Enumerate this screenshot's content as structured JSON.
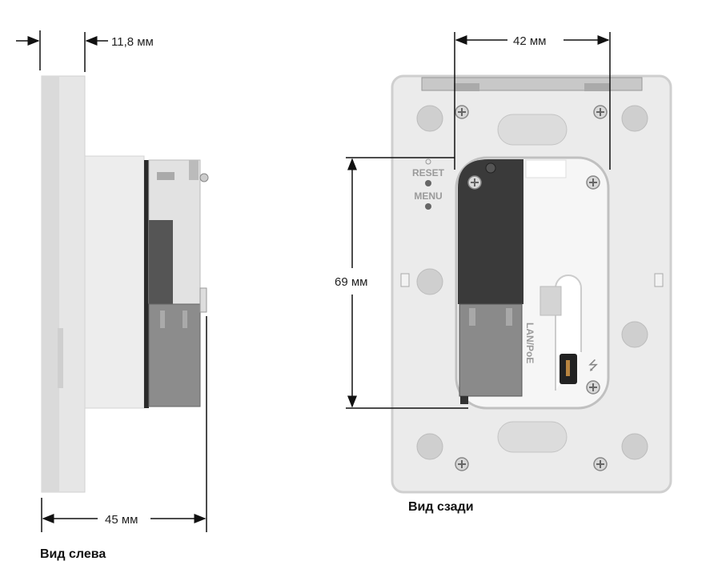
{
  "left_view": {
    "caption": "Вид слева",
    "depth_faceplate": "11,8 мм",
    "depth_total": "45 мм"
  },
  "back_view": {
    "caption": "Вид сзади",
    "width_module": "42 мм",
    "height_module": "69 мм",
    "reset_label": "RESET",
    "menu_label": "MENU",
    "port_label": "LAN/PoE",
    "usb_icon": "usb-icon"
  },
  "colors": {
    "plate": "#ebebeb",
    "module_dark": "#3a3a3a",
    "rj45": "#8a8a8a"
  }
}
